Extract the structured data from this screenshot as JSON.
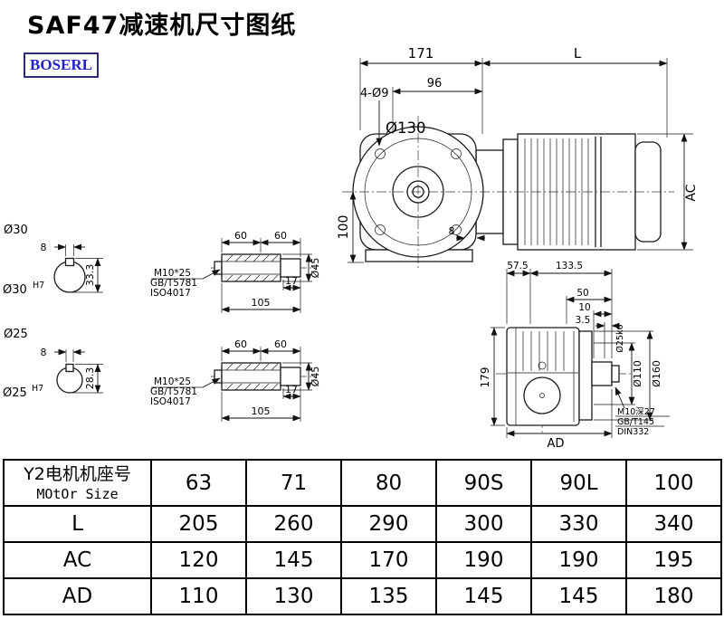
{
  "page": {
    "title": "SAF47减速机尺寸图纸",
    "logo": "BOSERL",
    "colors": {
      "logo_text": "#2222cc",
      "logo_border": "#2b2b78",
      "line": "#1a1a1a"
    }
  },
  "front_view": {
    "dim_171": "171",
    "dim_L": "L",
    "holes_label": "4-Ø9",
    "dim_96": "96",
    "flange_dia": "Ø130",
    "dim_100": "100",
    "dim_AC": "AC",
    "dim_8": "8"
  },
  "shaft_section_30": {
    "dia_label": "Ø30",
    "keyway_width": "8",
    "keyway_height": "33.3",
    "bore_label": "Ø30",
    "bore_tolerance": "H7"
  },
  "shaft_section_25": {
    "dia_label": "Ø25",
    "keyway_width": "8",
    "keyway_height": "28.3",
    "bore_label": "Ø25",
    "bore_tolerance": "H7"
  },
  "hollow_shaft_1": {
    "dim_60a": "60",
    "dim_60b": "60",
    "dim_17": "17",
    "dim_105": "105",
    "dia_45": "Ø45",
    "bolt_spec": "M10*25",
    "bolt_std_1": "GB/T5781",
    "bolt_std_2": "ISO4017"
  },
  "hollow_shaft_2": {
    "dim_60a": "60",
    "dim_60b": "60",
    "dim_17": "17",
    "dim_105": "105",
    "dia_45": "Ø45",
    "bolt_spec": "M10*25",
    "bolt_std_1": "GB/T5781",
    "bolt_std_2": "ISO4017"
  },
  "side_view": {
    "dim_57_5": "57.5",
    "dim_133_5": "133.5",
    "dim_50": "50",
    "dim_10": "10",
    "dim_3_5": "3.5",
    "shaft_dia": "Ø25k6",
    "dia_110": "Ø110",
    "dia_160": "Ø160",
    "dim_179": "179",
    "dim_AD": "AD",
    "tap_spec": "M10深27",
    "tap_std_1": "GB/T145",
    "tap_std_2": "DIN332"
  },
  "table": {
    "header": {
      "line1": "Y2电机机座号",
      "line2": "MOtOr Size"
    },
    "motor_sizes": [
      "63",
      "71",
      "80",
      "90S",
      "90L",
      "100"
    ],
    "rows": [
      {
        "label": "L",
        "values": [
          "205",
          "260",
          "290",
          "300",
          "330",
          "340"
        ]
      },
      {
        "label": "AC",
        "values": [
          "120",
          "145",
          "170",
          "190",
          "190",
          "195"
        ]
      },
      {
        "label": "AD",
        "values": [
          "110",
          "130",
          "135",
          "145",
          "145",
          "180"
        ]
      }
    ]
  }
}
